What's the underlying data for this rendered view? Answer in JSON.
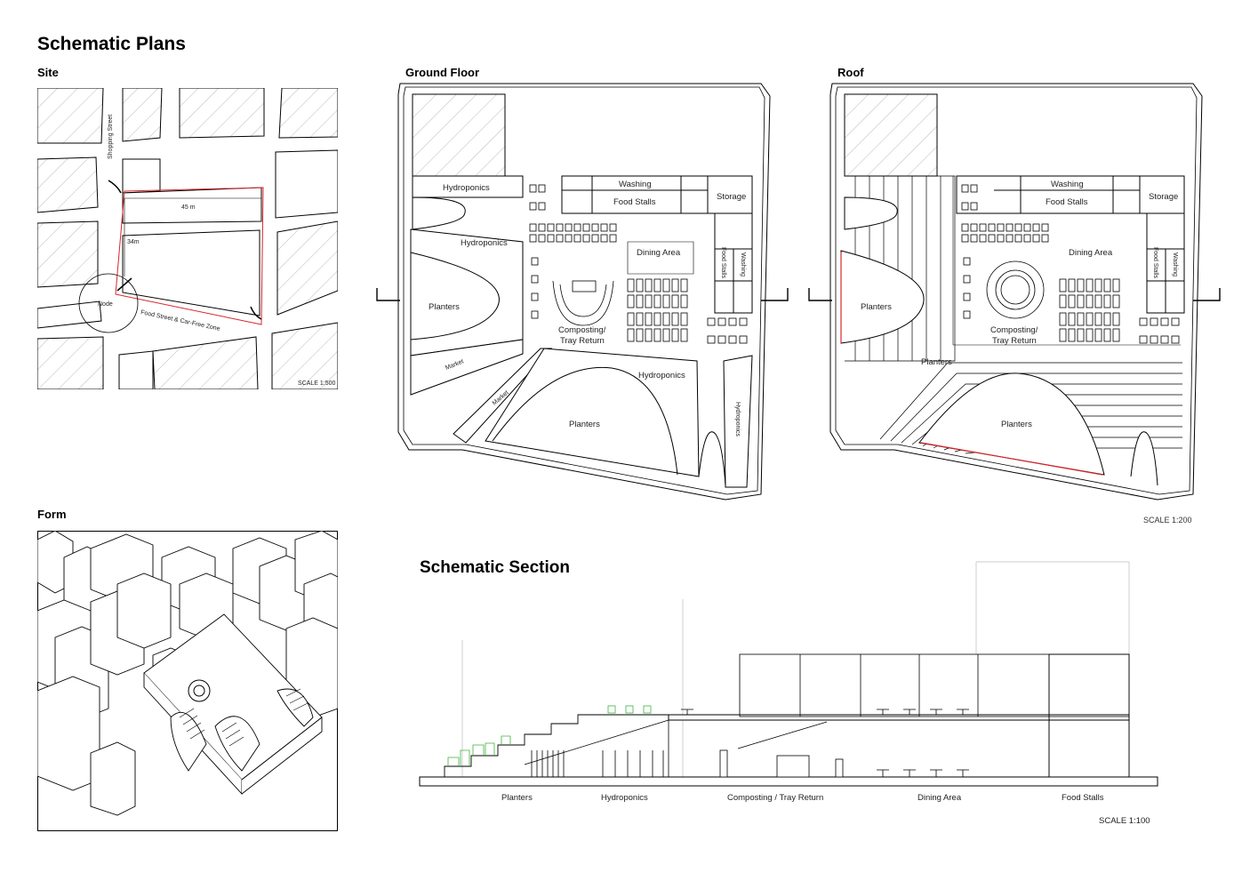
{
  "titles": {
    "plans": "Schematic Plans",
    "site": "Site",
    "ground_floor": "Ground Floor",
    "roof": "Roof",
    "form": "Form",
    "section": "Schematic Section"
  },
  "site": {
    "street_vertical": "Shopping Street",
    "street_diagonal": "Food Street & Car-Free Zone",
    "node": "Node",
    "dim_width": "45 m",
    "dim_depth": "34m",
    "scale": "SCALE 1:500"
  },
  "ground": {
    "hydroponics_1": "Hydroponics",
    "hydroponics_2": "Hydroponics",
    "hydroponics_3": "Hydroponics",
    "hydroponics_4": "Hydroponics",
    "planters_1": "Planters",
    "planters_2": "Planters",
    "market_1": "Market",
    "market_2": "Market",
    "washing_1": "Washing",
    "washing_2": "Washing",
    "food_stalls_1": "Food Stalls",
    "food_stalls_2": "Food Stalls",
    "storage": "Storage",
    "dining": "Dining Area",
    "composting": "Composting/",
    "tray_return": "Tray Return"
  },
  "roof": {
    "washing_1": "Washing",
    "washing_2": "Washing",
    "food_stalls_1": "Food Stalls",
    "food_stalls_2": "Food Stalls",
    "storage": "Storage",
    "dining": "Dining Area",
    "composting": "Composting/",
    "tray_return": "Tray Return",
    "planters_1": "Planters",
    "planters_2": "Planters",
    "planters_3": "Planters"
  },
  "plans_scale": "SCALE 1:200",
  "section": {
    "labels": [
      "Planters",
      "Hydroponics",
      "Composting / Tray Return",
      "Dining Area",
      "Food Stalls"
    ],
    "scale": "SCALE 1:100"
  },
  "colors": {
    "accent_red": "#d9262b",
    "green": "#3cb43c",
    "line": "#000000"
  }
}
